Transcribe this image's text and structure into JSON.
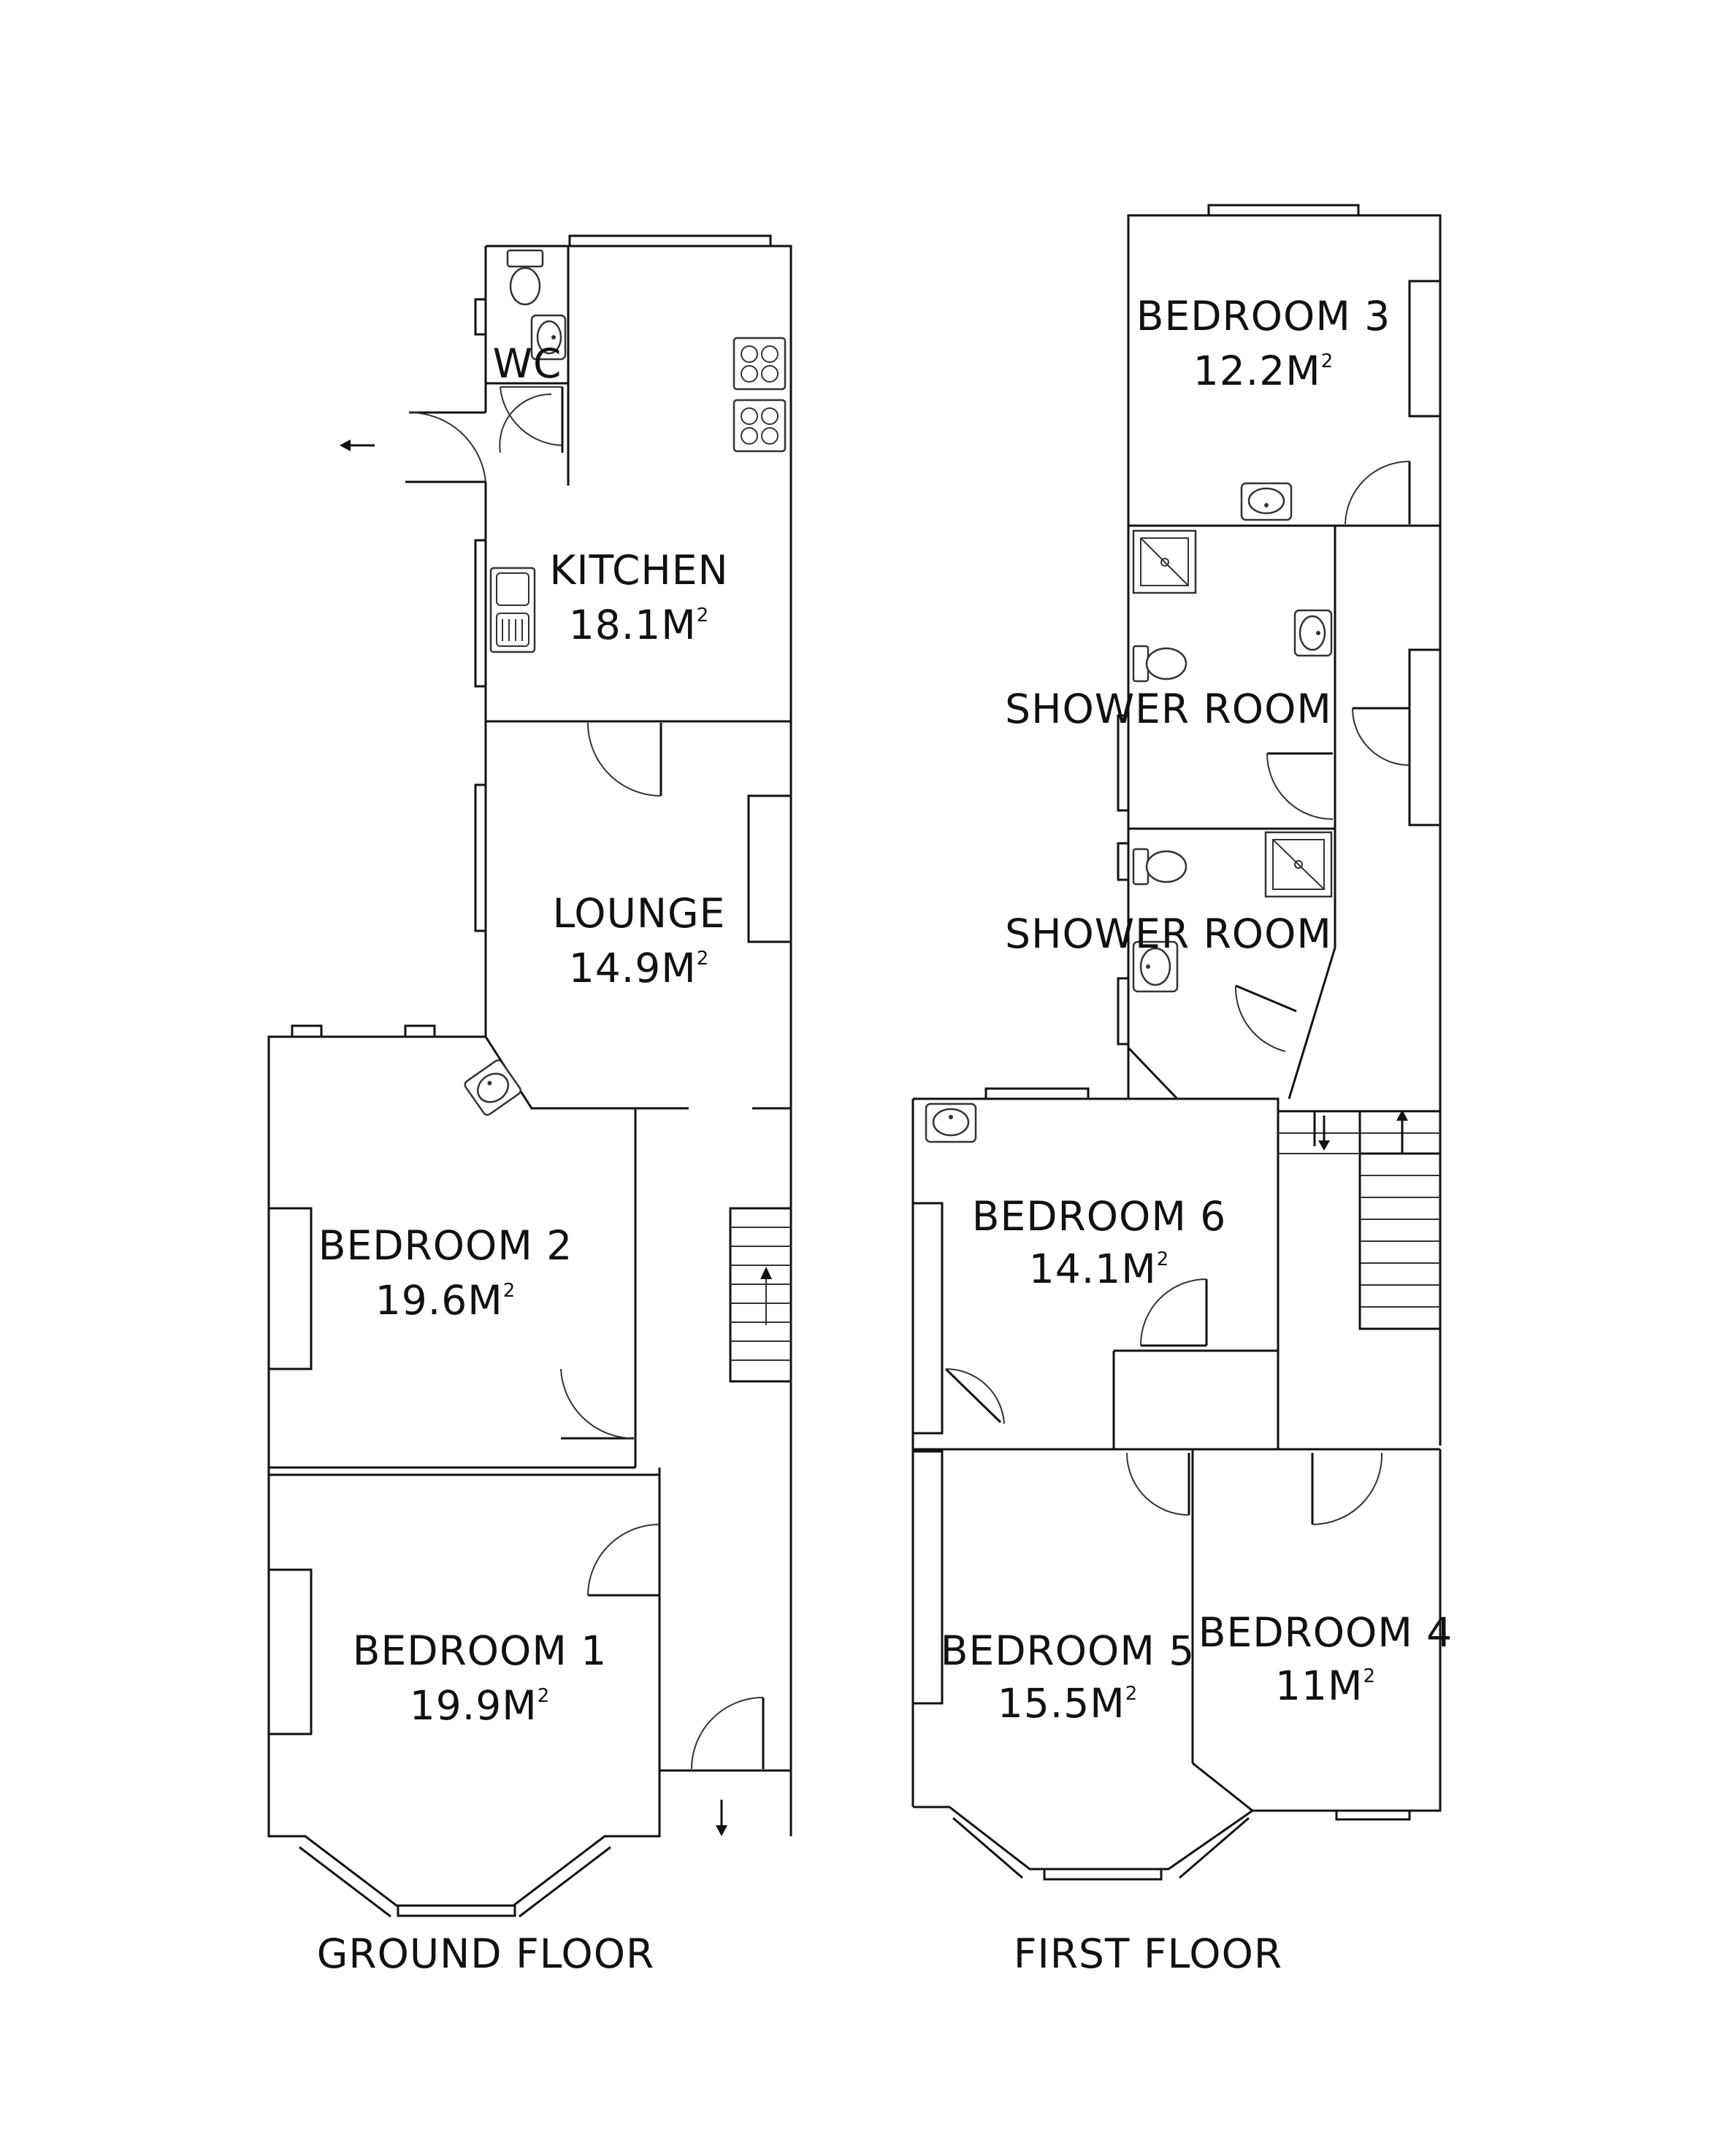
{
  "ground_floor": {
    "caption": "GROUND FLOOR",
    "rooms": [
      {
        "key": "wc",
        "name": "WC",
        "area": ""
      },
      {
        "key": "kitchen",
        "name": "KITCHEN",
        "area": "18.1M",
        "unit_sup": "2"
      },
      {
        "key": "lounge",
        "name": "LOUNGE",
        "area": "14.9M",
        "unit_sup": "2"
      },
      {
        "key": "bedroom2",
        "name": "BEDROOM 2",
        "area": "19.6M",
        "unit_sup": "2"
      },
      {
        "key": "bedroom1",
        "name": "BEDROOM 1",
        "area": "19.9M",
        "unit_sup": "2"
      }
    ]
  },
  "first_floor": {
    "caption": "FIRST FLOOR",
    "rooms": [
      {
        "key": "bedroom3",
        "name": "BEDROOM 3",
        "area": "12.2M",
        "unit_sup": "2"
      },
      {
        "key": "shower1",
        "name": "SHOWER ROOM",
        "area": ""
      },
      {
        "key": "shower2",
        "name": "SHOWER ROOM",
        "area": ""
      },
      {
        "key": "bedroom6",
        "name": "BEDROOM 6",
        "area": "14.1M",
        "unit_sup": "2"
      },
      {
        "key": "bedroom5",
        "name": "BEDROOM 5",
        "area": "15.5M",
        "unit_sup": "2"
      },
      {
        "key": "bedroom4",
        "name": "BEDROOM 4",
        "area": "11M",
        "unit_sup": "2"
      }
    ]
  },
  "icons": {
    "door": "door-swing-icon",
    "toilet": "toilet-icon",
    "basin": "basin-icon",
    "hob": "hob-icon",
    "sink": "sink-icon",
    "shower": "shower-tray-icon",
    "arrow": "arrow-icon"
  }
}
